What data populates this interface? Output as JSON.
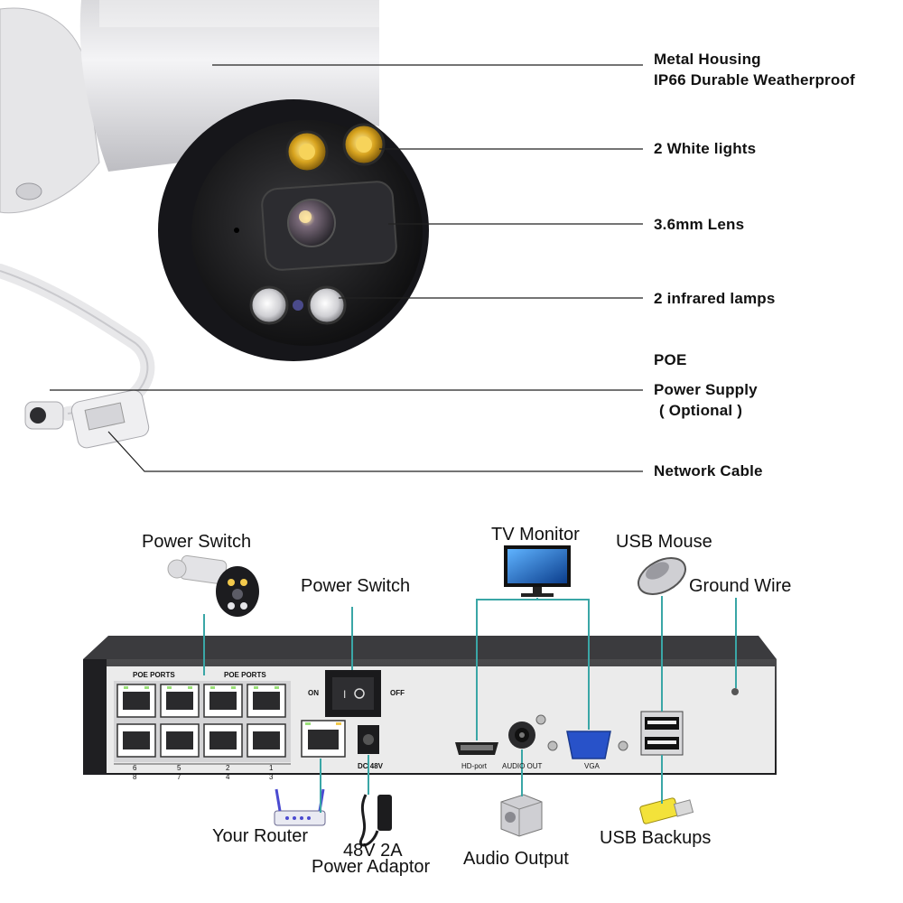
{
  "camera_labels": {
    "housing_line1": "Metal Housing",
    "housing_line2": "IP66 Durable Weatherproof",
    "white_lights": "2 White lights",
    "lens": "3.6mm Lens",
    "infrared": "2 infrared lamps",
    "poe": "POE",
    "power_supply": "Power Supply",
    "optional": "( Optional )",
    "network_cable": "Network Cable"
  },
  "nvr_labels": {
    "camera_power_switch": "Power Switch",
    "power_switch": "Power Switch",
    "tv_monitor": "TV Monitor",
    "usb_mouse": "USB Mouse",
    "ground_wire": "Ground Wire",
    "your_router": "Your Router",
    "adaptor_line1": "48V 2A",
    "adaptor_line2": "Power Adaptor",
    "audio_output": "Audio Output",
    "usb_backups": "USB Backups"
  },
  "panel_labels": {
    "poe_ports_left": "POE PORTS",
    "poe_ports_right": "POE PORTS",
    "switch_on": "ON",
    "switch_off": "OFF",
    "dc_48v": "DC 48V",
    "hd_port": "HD-port",
    "audio_out": "AUDIO OUT",
    "vga": "VGA",
    "port_numbers_top": [
      "6",
      "5",
      "2",
      "1"
    ],
    "port_numbers_bottom": [
      "8",
      "7",
      "4",
      "3"
    ]
  },
  "colors": {
    "leader_lines_top": "#222222",
    "connector_lines": "#3aa6a6",
    "nvr_body": "#2a2a2a",
    "nvr_panel": "#ececec"
  }
}
